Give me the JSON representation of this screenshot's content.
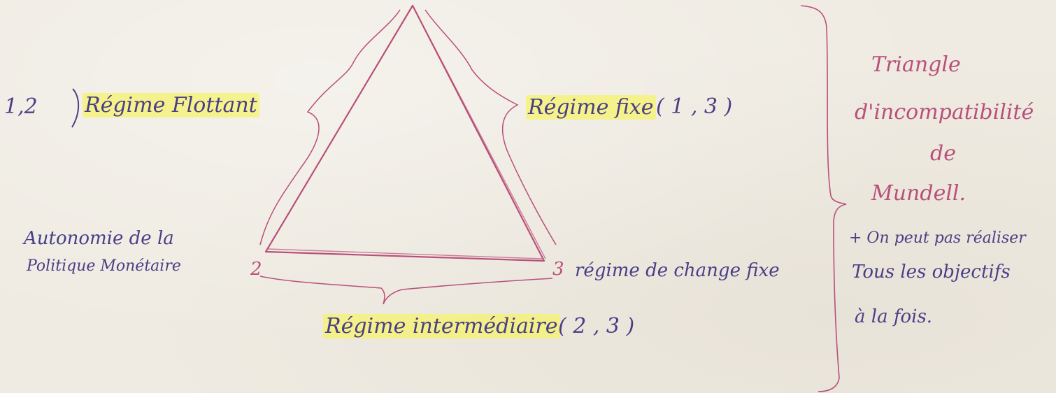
{
  "vertices": {
    "top": "",
    "left": "2",
    "right": "3"
  },
  "labels": {
    "left_pair": "1,2",
    "left_regime": "Régime Flottant",
    "right_regime": "Régime fixe",
    "right_pair": "( 1 , 3 )",
    "autonomy_line1": "Autonomie de la",
    "autonomy_line2": "Politique Monétaire",
    "change_fixe": "régime de change fixe",
    "bottom_regime": "Régime intermédiaire",
    "bottom_pair": "( 2 , 3 )"
  },
  "side_note": {
    "title_line1": "Triangle",
    "title_line2": "d'incompatibilité",
    "title_line3": "de",
    "title_line4": "Mundell.",
    "text_line1": "+ On peut pas réaliser",
    "text_line2": "Tous les objectifs",
    "text_line3": "à la fois."
  },
  "colors": {
    "ink": "#4a3f86",
    "pink_pen": "#b9507a",
    "highlighter": "#f6f36e",
    "paper": "#efebe2"
  }
}
